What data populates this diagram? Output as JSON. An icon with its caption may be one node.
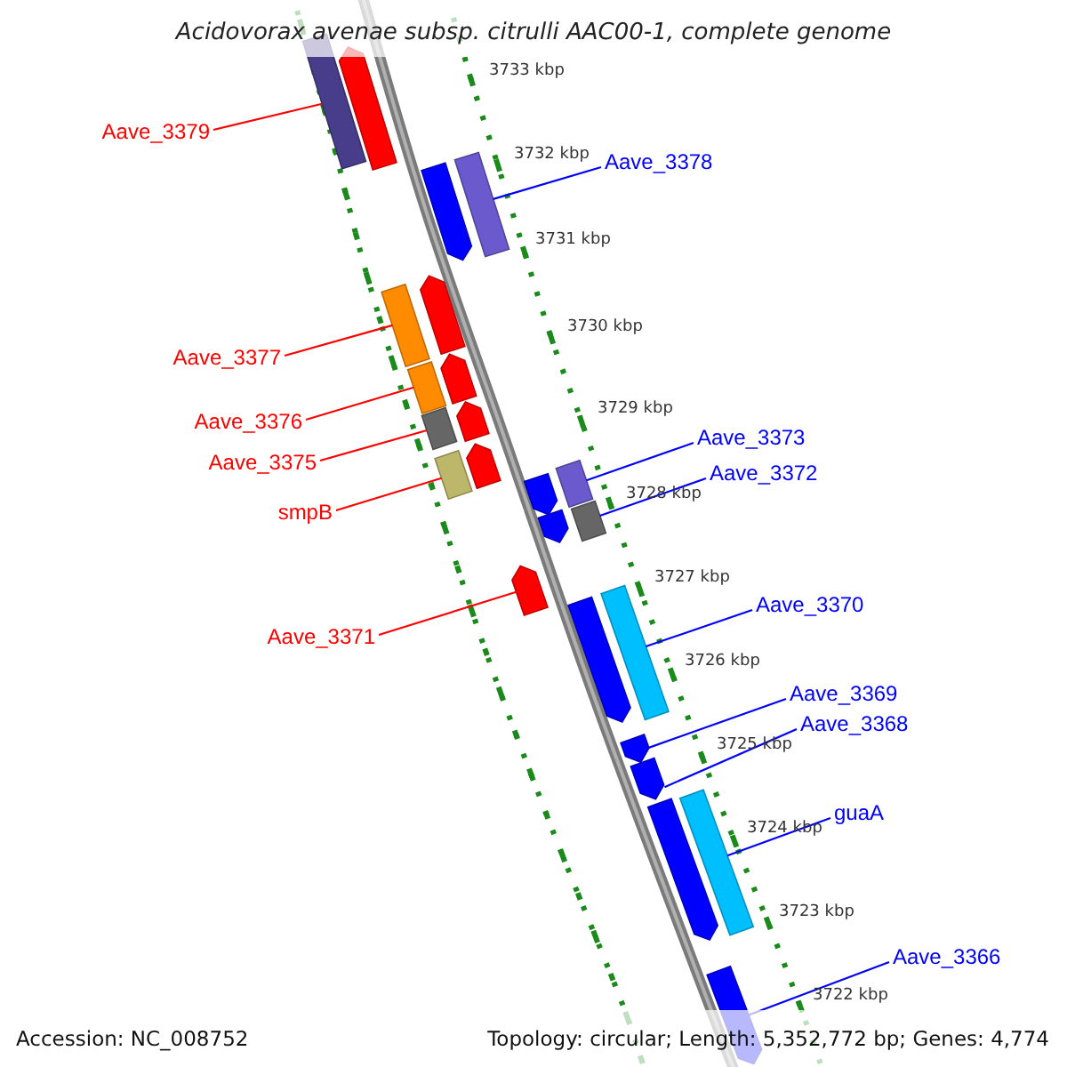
{
  "diagram": {
    "title": "Acidovorax avenae subsp. citrulli AAC00-1, complete genome",
    "nodes": [
      {
        "text": [
          "Aave_3379"
        ]
      },
      {
        "text": [
          "Aave_3378"
        ]
      },
      {
        "text": [
          "Aave_3377"
        ]
      },
      {
        "text": [
          "Aave_3376"
        ]
      },
      {
        "text": [
          "Aave_3373"
        ]
      },
      {
        "text": [
          "Aave_3375"
        ]
      },
      {
        "text": [
          "Aave_3372"
        ]
      },
      {
        "text": [
          "smpB"
        ]
      },
      {
        "text": [
          "Aave_3370"
        ]
      },
      {
        "text": [
          "Aave_3371"
        ]
      },
      {
        "text": [
          "Aave_3369"
        ]
      },
      {
        "text": [
          "Aave_3368"
        ]
      },
      {
        "text": [
          "guaA"
        ]
      },
      {
        "text": [
          "Aave_3366"
        ]
      },
      {
        "text": [],
        "shape": "bar"
      },
      {
        "text": [],
        "shape": "bar"
      },
      {
        "text": [],
        "shape": "bar"
      },
      {
        "text": [],
        "shape": "bar"
      },
      {
        "text": [],
        "shape": "bar"
      },
      {
        "text": [],
        "shape": "bar"
      },
      {
        "text": [],
        "shape": "bar"
      },
      {
        "text": [],
        "shape": "bar"
      },
      {
        "text": [],
        "shape": "bar"
      },
      {
        "text": [],
        "shape": "bar"
      },
      {
        "text": [],
        "shape": "bar"
      },
      {
        "text": [],
        "shape": "bar"
      },
      {
        "text": [],
        "shape": "bar"
      },
      {
        "text": [],
        "shape": "bar"
      },
      {
        "text": [],
        "shape": "bar"
      },
      {
        "text": [],
        "shape": "bar"
      },
      {
        "text": [],
        "shape": "bar"
      },
      {
        "text": [],
        "shape": "bar"
      },
      {
        "text": [],
        "shape": "bar"
      },
      {
        "text": [],
        "shape": "bar"
      },
      {
        "text": [],
        "shape": "bar"
      },
      {
        "text": [],
        "shape": "bar"
      },
      {
        "text": [],
        "shape": "bar"
      },
      {
        "text": [],
        "shape": "bar"
      }
    ],
    "edges": [
      {
        "from": 0,
        "to": 14,
        "arrow": "none",
        "color": "#ff0000"
      },
      {
        "from": 1,
        "to": 17,
        "arrow": "none"
      },
      {
        "from": 2,
        "to": 19,
        "arrow": "none",
        "color": "#ff0000"
      },
      {
        "from": 3,
        "to": 21,
        "arrow": "none",
        "color": "#ff0000"
      },
      {
        "from": 4,
        "to": 26,
        "arrow": "none"
      },
      {
        "from": 5,
        "to": 23,
        "arrow": "none",
        "color": "#ff0000"
      },
      {
        "from": 6,
        "to": 28,
        "arrow": "none"
      },
      {
        "from": 7,
        "to": 25,
        "arrow": "none",
        "color": "#ff0000"
      },
      {
        "from": 8,
        "to": 31,
        "arrow": "none"
      },
      {
        "from": 9,
        "to": 30,
        "arrow": "none",
        "color": "#ff0000"
      },
      {
        "from": 10,
        "to": 33,
        "arrow": "none"
      },
      {
        "from": 11,
        "to": 34,
        "arrow": "none"
      },
      {
        "from": 12,
        "to": 35,
        "arrow": "none"
      },
      {
        "from": 13,
        "to": 37,
        "arrow": "none"
      }
    ],
    "labels": [
      "3733 kbp",
      "3732 kbp",
      "3731 kbp",
      "3730 kbp",
      "3729 kbp",
      "3728 kbp",
      "3727 kbp",
      "3726 kbp",
      "3725 kbp",
      "3724 kbp",
      "3723 kbp",
      "3722 kbp",
      "Accession: NC_008752",
      "Topology: circular; Length: 5,352,772 bp; Genes: 4,774"
    ]
  }
}
